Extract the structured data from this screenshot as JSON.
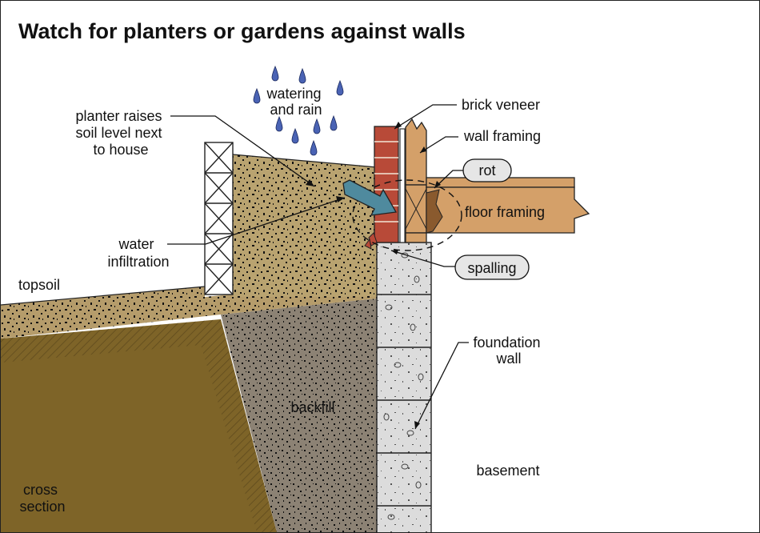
{
  "title": "Watch for planters or gardens against walls",
  "labels": {
    "watering": [
      "watering",
      "and rain"
    ],
    "planter": [
      "planter raises",
      "soil level next",
      "to house"
    ],
    "brick_veneer": "brick veneer",
    "wall_framing": "wall framing",
    "rot": "rot",
    "floor_framing": "floor framing",
    "water_infiltration": [
      "water",
      "infiltration"
    ],
    "spalling": "spalling",
    "topsoil": "topsoil",
    "foundation_wall": [
      "foundation",
      "wall"
    ],
    "backfill": "backfill",
    "basement": "basement",
    "cross_section": [
      "cross",
      "section"
    ]
  },
  "colors": {
    "soil": "#b59c6b",
    "planter_soil": "#b9a370",
    "backfill": "#8c8274",
    "undisturbed_soil": "#7e6428",
    "brick": "#b84a38",
    "wood": "#d4a069",
    "concrete": "#dcdcdc",
    "water_arrow": "#4f8a9e",
    "rain_drop": "#4a63b4"
  }
}
